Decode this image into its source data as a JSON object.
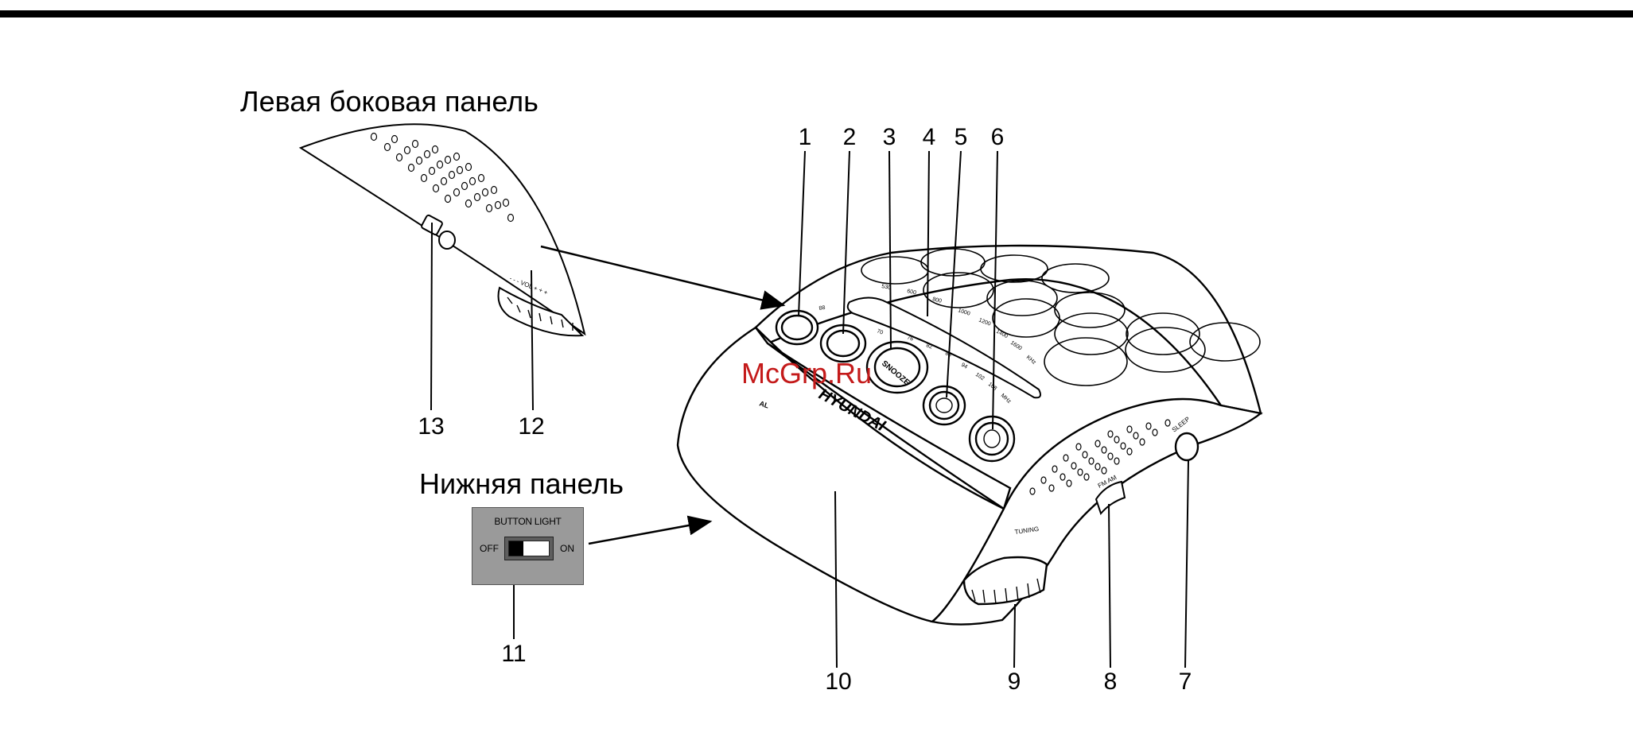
{
  "titles": {
    "left_panel": "Левая боковая панель",
    "bottom_panel": "Нижняя панель"
  },
  "callouts": [
    "1",
    "2",
    "3",
    "4",
    "5",
    "6",
    "7",
    "8",
    "9",
    "10",
    "11",
    "12",
    "13"
  ],
  "switch": {
    "title": "BUTTON LIGHT",
    "off": "OFF",
    "on": "ON"
  },
  "device": {
    "brand": "HYUNDAI",
    "al": "AL",
    "snooze": "SNOOZE",
    "tuning": "TUNING",
    "sleep": "SLEEP",
    "fm_am": "FM AM",
    "vol": "- - - VOL + + +",
    "unit": "MHz",
    "khz": "KHz",
    "fm_scale": [
      "88",
      "70",
      "76",
      "82",
      "88",
      "94",
      "102",
      "108"
    ],
    "am_scale": [
      "530",
      "600",
      "800",
      "1000",
      "1200",
      "1400",
      "1600"
    ]
  },
  "watermark": "McGrp.Ru"
}
